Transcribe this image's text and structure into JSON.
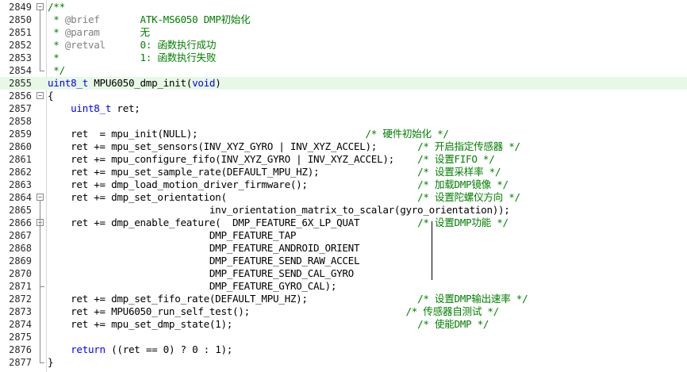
{
  "editor": {
    "lines": [
      {
        "n": "2849",
        "fold": "minus",
        "parts": [
          [
            "cm",
            "/**"
          ]
        ]
      },
      {
        "n": "2850",
        "parts": [
          [
            "cm",
            " * "
          ],
          [
            "tag",
            "@brief"
          ],
          [
            "cm",
            "       ATK-MS6050 DMP初始化"
          ]
        ]
      },
      {
        "n": "2851",
        "parts": [
          [
            "cm",
            " * "
          ],
          [
            "tag",
            "@param"
          ],
          [
            "cm",
            "       无"
          ]
        ]
      },
      {
        "n": "2852",
        "parts": [
          [
            "cm",
            " * "
          ],
          [
            "tag",
            "@retval"
          ],
          [
            "cm",
            "      0: 函数执行成功"
          ]
        ]
      },
      {
        "n": "2853",
        "parts": [
          [
            "cm",
            " *              1: 函数执行失败"
          ]
        ]
      },
      {
        "n": "2854",
        "fold": "end",
        "parts": [
          [
            "cm",
            " */"
          ]
        ]
      },
      {
        "n": "2855",
        "current": true,
        "parts": [
          [
            "ty",
            "uint8_t"
          ],
          [
            "pl",
            " MPU6050_dmp_init("
          ],
          [
            "kw",
            "void"
          ],
          [
            "pl",
            ")"
          ]
        ]
      },
      {
        "n": "2856",
        "fold": "minus",
        "parts": [
          [
            "pl",
            "{"
          ]
        ]
      },
      {
        "n": "2857",
        "parts": [
          [
            "pl",
            "    "
          ],
          [
            "ty",
            "uint8_t"
          ],
          [
            "pl",
            " ret;"
          ]
        ]
      },
      {
        "n": "2858",
        "parts": [
          [
            "pl",
            ""
          ]
        ]
      },
      {
        "n": "2859",
        "parts": [
          [
            "pl",
            "    ret  = mpu_init(NULL);                             "
          ],
          [
            "cm",
            "/* 硬件初始化 */"
          ]
        ]
      },
      {
        "n": "2860",
        "parts": [
          [
            "pl",
            "    ret += mpu_set_sensors(INV_XYZ_GYRO | INV_XYZ_ACCEL);       "
          ],
          [
            "cm",
            "/* 开启指定传感器 */"
          ]
        ]
      },
      {
        "n": "2861",
        "parts": [
          [
            "pl",
            "    ret += mpu_configure_fifo(INV_XYZ_GYRO | INV_XYZ_ACCEL);    "
          ],
          [
            "cm",
            "/* 设置FIFO */"
          ]
        ]
      },
      {
        "n": "2862",
        "parts": [
          [
            "pl",
            "    ret += mpu_set_sample_rate(DEFAULT_MPU_HZ);                 "
          ],
          [
            "cm",
            "/* 设置采样率 */"
          ]
        ]
      },
      {
        "n": "2863",
        "parts": [
          [
            "pl",
            "    ret += dmp_load_motion_driver_firmware();                   "
          ],
          [
            "cm",
            "/* 加载DMP镜像 */"
          ]
        ]
      },
      {
        "n": "2864",
        "fold": "minus",
        "parts": [
          [
            "pl",
            "    ret += dmp_set_orientation(                                 "
          ],
          [
            "cm",
            "/* 设置陀螺仪方向 */"
          ]
        ]
      },
      {
        "n": "2865",
        "parts": [
          [
            "pl",
            "                            inv_orientation_matrix_to_scalar(gyro_orientation));"
          ]
        ]
      },
      {
        "n": "2866",
        "fold": "minus",
        "parts": [
          [
            "pl",
            "    ret += dmp_enable_feature(  DMP_FEATURE_6X_LP_QUAT          "
          ],
          [
            "cm",
            "/* 设置DMP功能 */"
          ]
        ]
      },
      {
        "n": "2867",
        "parts": [
          [
            "pl",
            "                            DMP_FEATURE_TAP"
          ]
        ]
      },
      {
        "n": "2868",
        "parts": [
          [
            "pl",
            "                            DMP_FEATURE_ANDROID_ORIENT"
          ]
        ]
      },
      {
        "n": "2869",
        "parts": [
          [
            "pl",
            "                            DMP_FEATURE_SEND_RAW_ACCEL"
          ]
        ]
      },
      {
        "n": "2870",
        "parts": [
          [
            "pl",
            "                            DMP_FEATURE_SEND_CAL_GYRO"
          ]
        ]
      },
      {
        "n": "2871",
        "fold": "end",
        "parts": [
          [
            "pl",
            "                            DMP_FEATURE_GYRO_CAL);"
          ]
        ]
      },
      {
        "n": "2872",
        "parts": [
          [
            "pl",
            "    ret += dmp_set_fifo_rate(DEFAULT_MPU_HZ);                   "
          ],
          [
            "cm",
            "/* 设置DMP输出速率 */"
          ]
        ]
      },
      {
        "n": "2873",
        "parts": [
          [
            "pl",
            "    ret += MPU6050_run_self_test();                           "
          ],
          [
            "cm",
            "/* 传感器自测试 */"
          ]
        ]
      },
      {
        "n": "2874",
        "parts": [
          [
            "pl",
            "    ret += mpu_set_dmp_state(1);                                "
          ],
          [
            "cm",
            "/* 使能DMP */"
          ]
        ]
      },
      {
        "n": "2875",
        "parts": [
          [
            "pl",
            ""
          ]
        ]
      },
      {
        "n": "2876",
        "parts": [
          [
            "pl",
            "    "
          ],
          [
            "kw",
            "return"
          ],
          [
            "pl",
            " ((ret == 0) ? 0 : 1);"
          ]
        ]
      },
      {
        "n": "2877",
        "fold": "end",
        "parts": [
          [
            "pl",
            "}"
          ]
        ]
      }
    ]
  },
  "colors": {
    "comment": "#008000",
    "keyword": "#0000ff",
    "doc_tag": "#808080",
    "current_line": "#e8f8e6"
  }
}
